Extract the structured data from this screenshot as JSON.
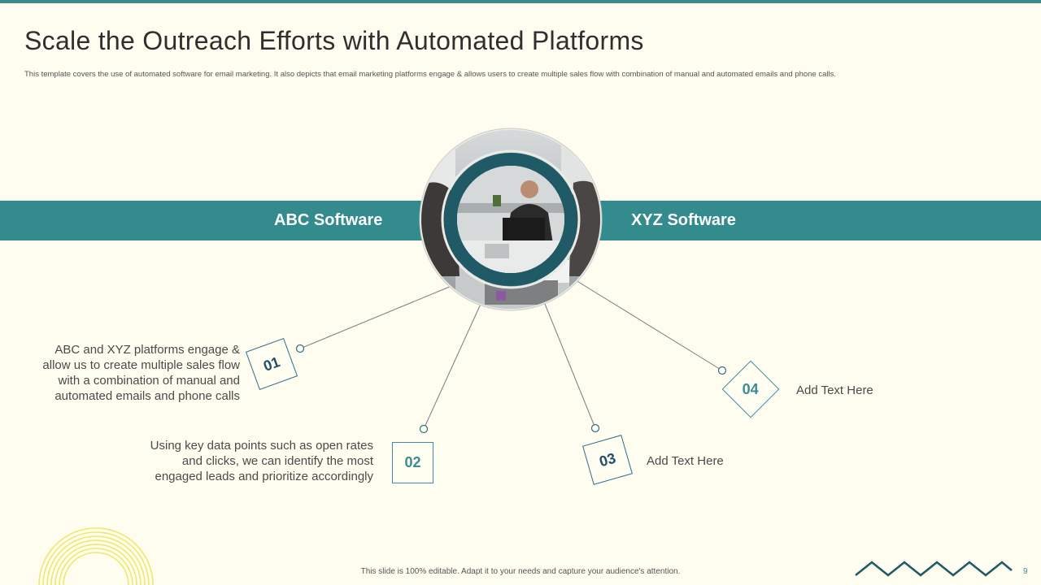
{
  "slide": {
    "title": "Scale the Outreach Efforts with Automated Platforms",
    "subtitle": "This template covers the use of automated software for email marketing. It also depicts that email marketing platforms engage & allows users to create multiple sales flow with combination of manual  and  automated emails and phone calls.",
    "band_left_label": "ABC Software",
    "band_right_label": "XYZ Software",
    "footer": "This slide is 100% editable. Adapt it to your needs and capture your audience's attention.",
    "page_number": "9"
  },
  "items": [
    {
      "number": "01",
      "lines": [
        "ABC and XYZ platforms engage &",
        "allow us to create multiple sales flow",
        "with a combination of manual and",
        "automated emails and phone calls"
      ]
    },
    {
      "number": "02",
      "lines": [
        "Using key data points such as open rates",
        "and clicks, we can identify the most",
        "engaged leads and prioritize accordingly"
      ]
    },
    {
      "number": "03",
      "lines": [
        "Add Text Here"
      ]
    },
    {
      "number": "04",
      "lines": [
        "Add Text Here"
      ]
    }
  ],
  "colors": {
    "background": "#fefdf0",
    "band": "#338b8e",
    "ring": "#1f5a66",
    "box_border": "#2b6d8a",
    "accent_yellow": "#f0e86a",
    "zigzag": "#1f5a66"
  },
  "icons": {
    "center_photo": "office-meeting-photo",
    "bottom_left": "concentric-arcs-decoration",
    "bottom_right": "zigzag-decoration"
  }
}
